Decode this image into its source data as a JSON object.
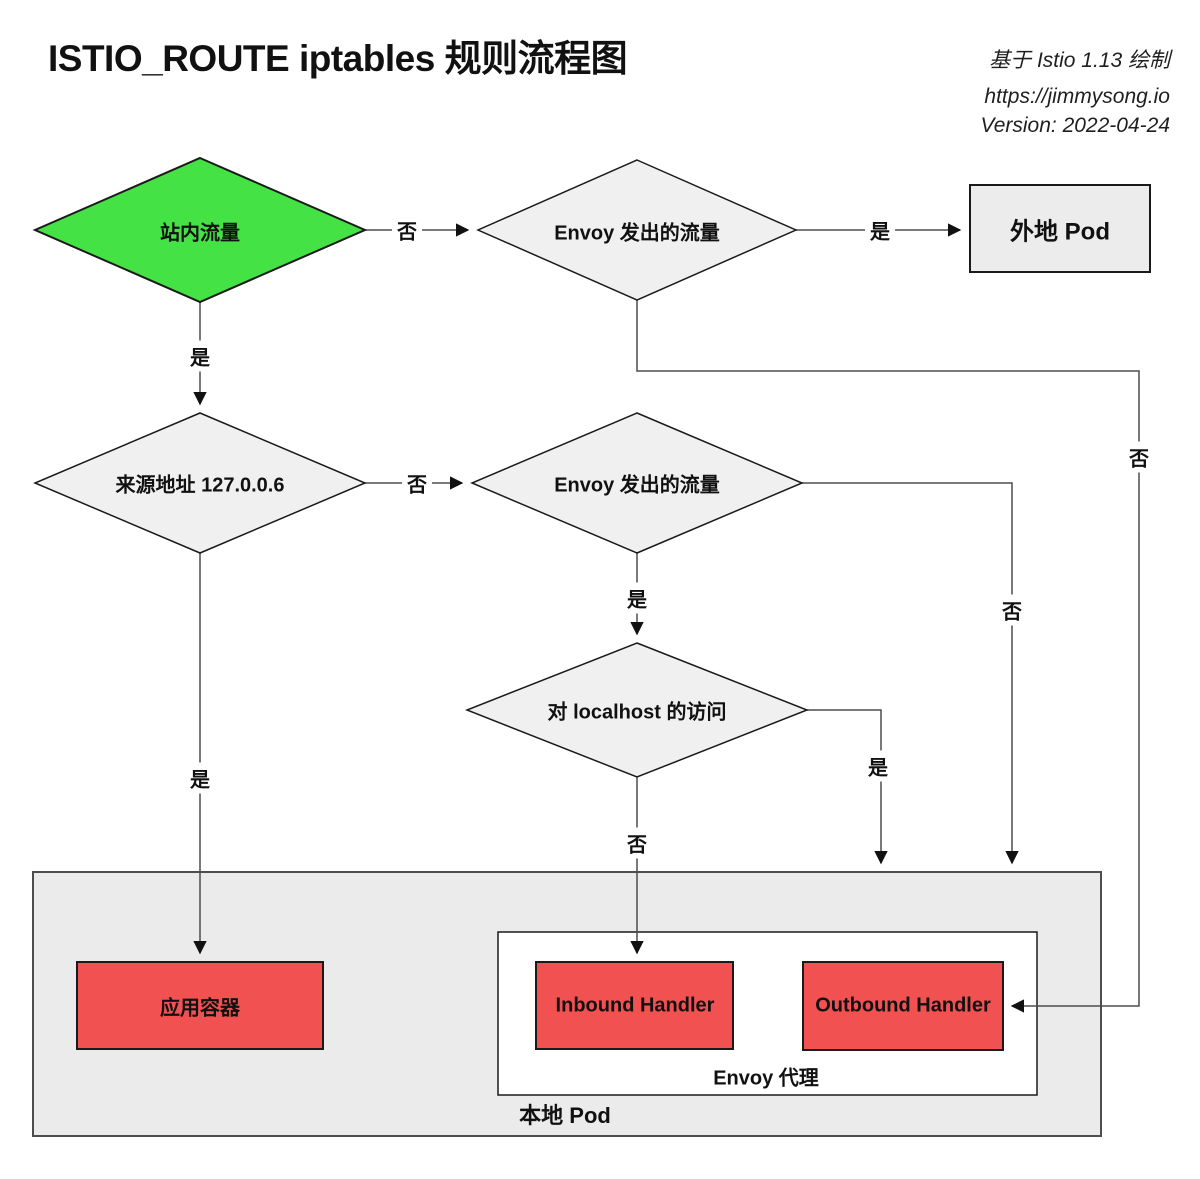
{
  "header": {
    "title": "ISTIO_ROUTE iptables 规则流程图",
    "meta": [
      "基于 Istio 1.13 绘制",
      "https://jimmysong.io",
      "Version: 2022-04-24"
    ]
  },
  "nodes": {
    "intra_traffic": {
      "label": "站内流量",
      "shape": "diamond",
      "color": "#45e245"
    },
    "envoy_out_top": {
      "label": "Envoy 发出的流量",
      "shape": "diamond",
      "color": "#f0f0f0"
    },
    "external_pod": {
      "label": "外地 Pod",
      "shape": "rect",
      "color": "#ececec"
    },
    "source_addr": {
      "label": "来源地址 127.0.0.6",
      "shape": "diamond",
      "color": "#f0f0f0"
    },
    "envoy_out_mid": {
      "label": "Envoy 发出的流量",
      "shape": "diamond",
      "color": "#f0f0f0"
    },
    "localhost_access": {
      "label": "对 localhost 的访问",
      "shape": "diamond",
      "color": "#f0f0f0"
    },
    "app_container": {
      "label": "应用容器",
      "shape": "rect",
      "color": "#f25151"
    },
    "inbound_handler": {
      "label": "Inbound Handler",
      "shape": "rect",
      "color": "#f25151"
    },
    "outbound_handler": {
      "label": "Outbound Handler",
      "shape": "rect",
      "color": "#f25151"
    },
    "envoy_proxy_group": {
      "label": "Envoy 代理",
      "shape": "rect",
      "color": "#ffffff"
    },
    "local_pod_group": {
      "label": "本地 Pod",
      "shape": "rect",
      "color": "#ebebeb"
    }
  },
  "edge_labels": {
    "yes": "是",
    "no": "否"
  },
  "colors": {
    "green": "#45e245",
    "red": "#f25151",
    "diamond_gray": "#f0f0f0",
    "external_pod_gray": "#ececec",
    "local_pod_gray": "#ebebeb",
    "white": "#ffffff",
    "shape_stroke": "#1a1a1a",
    "line_stroke": "#4d4d4d"
  }
}
